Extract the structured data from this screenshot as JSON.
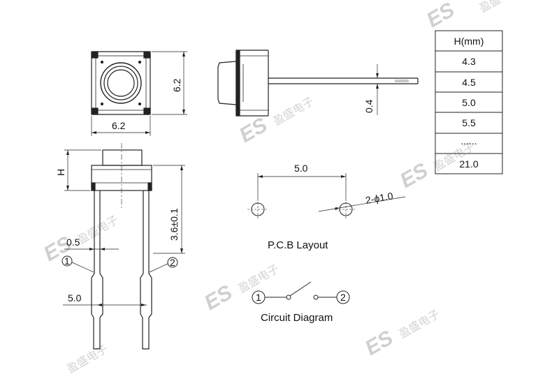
{
  "watermark": {
    "brand": "ES",
    "chinese": "盈盛电子"
  },
  "top_view": {
    "width_label": "6.2",
    "height_label": "6.2"
  },
  "side_view": {
    "thickness_label": "0.4"
  },
  "front_view": {
    "height_label": "H",
    "lead_label": "3.6±0.1",
    "pin_width_label": "0.5",
    "pin_spacing_label": "5.0",
    "pin1": "1",
    "pin2": "2"
  },
  "pcb_layout": {
    "title": "P.C.B Layout",
    "spacing_label": "5.0",
    "hole_label": "2-ϕ1.0"
  },
  "circuit": {
    "title": "Circuit Diagram",
    "pin1": "1",
    "pin2": "2"
  },
  "height_table": {
    "header": "H(mm)",
    "rows": [
      "4.3",
      "4.5",
      "5.0",
      "5.5",
      "......",
      "21.0"
    ]
  }
}
